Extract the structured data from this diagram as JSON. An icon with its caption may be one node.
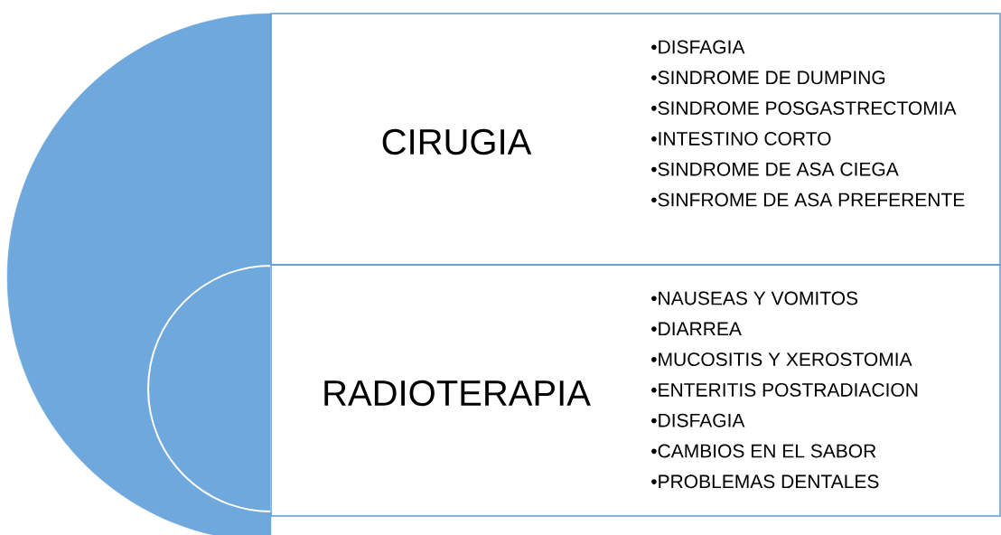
{
  "diagram": {
    "nodes": [
      {
        "text": [],
        "shape": "semicircle"
      },
      {
        "text": [],
        "shape": "semicircle",
        "in": 0
      },
      {
        "text": [
          "CIRUGIA",
          "•DISFAGIA",
          "•SINDROME DE DUMPING",
          "•SINDROME POSGASTRECTOMIA",
          "•INTESTINO CORTO",
          "•SINDROME DE ASA CIEGA",
          "•SINFROME DE ASA PREFERENTE"
        ]
      },
      {
        "text": [
          "RADIOTERAPIA",
          "•NAUSEAS Y VOMITOS",
          "•DIARREA",
          "•MUCOSITIS Y XEROSTOMIA",
          "•ENTERITIS POSTRADIACION",
          "•DISFAGIA",
          "•CAMBIOS EN EL SABOR",
          "•PROBLEMAS DENTALES"
        ]
      }
    ]
  }
}
